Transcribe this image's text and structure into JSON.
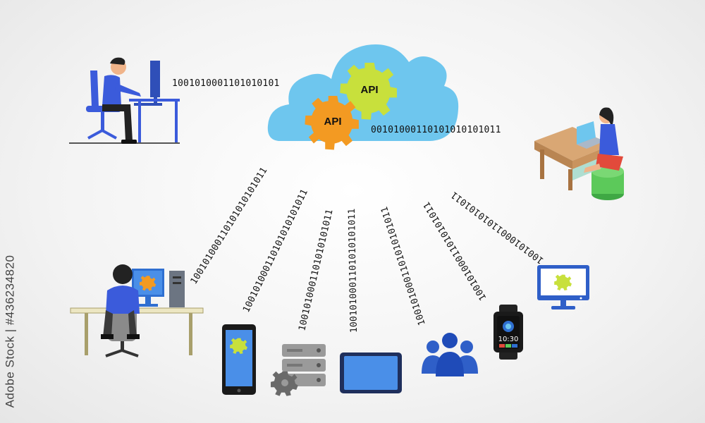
{
  "cloud": {
    "gear_left_label": "API",
    "gear_right_label": "API"
  },
  "streams": {
    "top_left": "1001010001101010101",
    "top_right": "00101000110101010101011",
    "ray_1": "100101000110101010101011",
    "ray_2": "100101000110101010101011",
    "ray_3": "1001010001101010101011",
    "ray_4": "1001010001101010101011",
    "ray_5": "1001010001101010101011",
    "ray_6": "10010100011010101011",
    "ray_7": "10010100011010101011"
  },
  "devices": {
    "watch_time": "10:30"
  },
  "watermark": {
    "side_text": "Adobe Stock | #436234820"
  },
  "colors": {
    "cloud": "#6ec6ee",
    "gear_yellow": "#c8e03c",
    "gear_orange": "#f39a22",
    "device_blue": "#2f6fd1",
    "screen_blue": "#4a8fe8",
    "shirt_blue": "#3b5bdb"
  }
}
